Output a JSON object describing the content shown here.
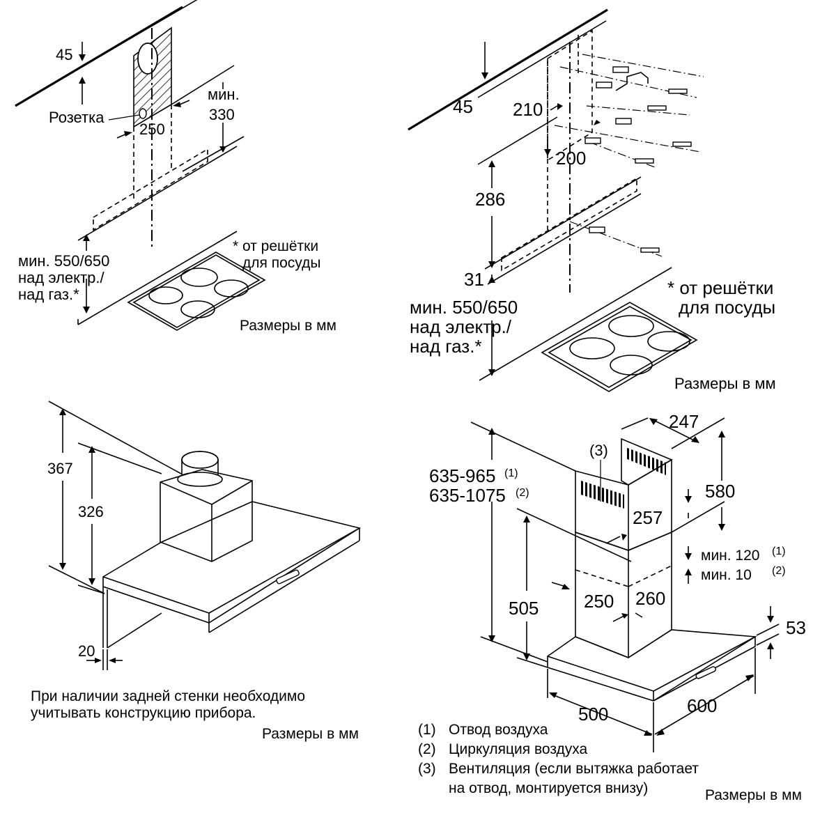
{
  "panel_top_left": {
    "dim_45": "45",
    "dim_min_330_line1": "мин.",
    "dim_min_330_line2": "330",
    "label_socket": "Розетка",
    "dim_250": "250",
    "note_grate_line1": "* от решётки",
    "note_grate_line2": "для посуды",
    "min_height_line1": "мин. 550/650",
    "min_height_line2": "над электр./",
    "min_height_line3": "над газ.*",
    "units": "Размеры в мм"
  },
  "panel_top_right": {
    "dim_45": "45",
    "dim_210": "210",
    "dim_200": "200",
    "dim_286": "286",
    "dim_31": "31",
    "note_grate_line1": "* от решётки",
    "note_grate_line2": "для посуды",
    "min_height_line1": "мин. 550/650",
    "min_height_line2": "над электр./",
    "min_height_line3": "над газ.*",
    "units": "Размеры в мм"
  },
  "panel_bottom_left": {
    "dim_367": "367",
    "dim_326": "326",
    "dim_20": "20",
    "note_line1": "При наличии задней стенки необходимо",
    "note_line2": "учитывать конструкцию прибора.",
    "units": "Размеры в мм"
  },
  "panel_bottom_right": {
    "dim_247": "247",
    "callout_3": "(3)",
    "dim_range_1": "635-965",
    "dim_range_1_ref": "(1)",
    "dim_range_2": "635-1075",
    "dim_range_2_ref": "(2)",
    "dim_580": "580",
    "dim_257": "257",
    "dim_min120": "мин. 120",
    "dim_min120_ref": "(1)",
    "dim_min10": "мин. 10",
    "dim_min10_ref": "(2)",
    "dim_505": "505",
    "dim_250": "250",
    "dim_260": "260",
    "dim_53": "53",
    "dim_500": "500",
    "dim_600": "600",
    "legend": [
      {
        "num": "(1)",
        "text": "Отвод воздуха"
      },
      {
        "num": "(2)",
        "text": "Циркуляция воздуха"
      },
      {
        "num": "(3)",
        "text": "Вентиляция (если вытяжка работает"
      }
    ],
    "legend_cont": "на отвод, монтируется внизу)",
    "units": "Размеры в мм"
  }
}
